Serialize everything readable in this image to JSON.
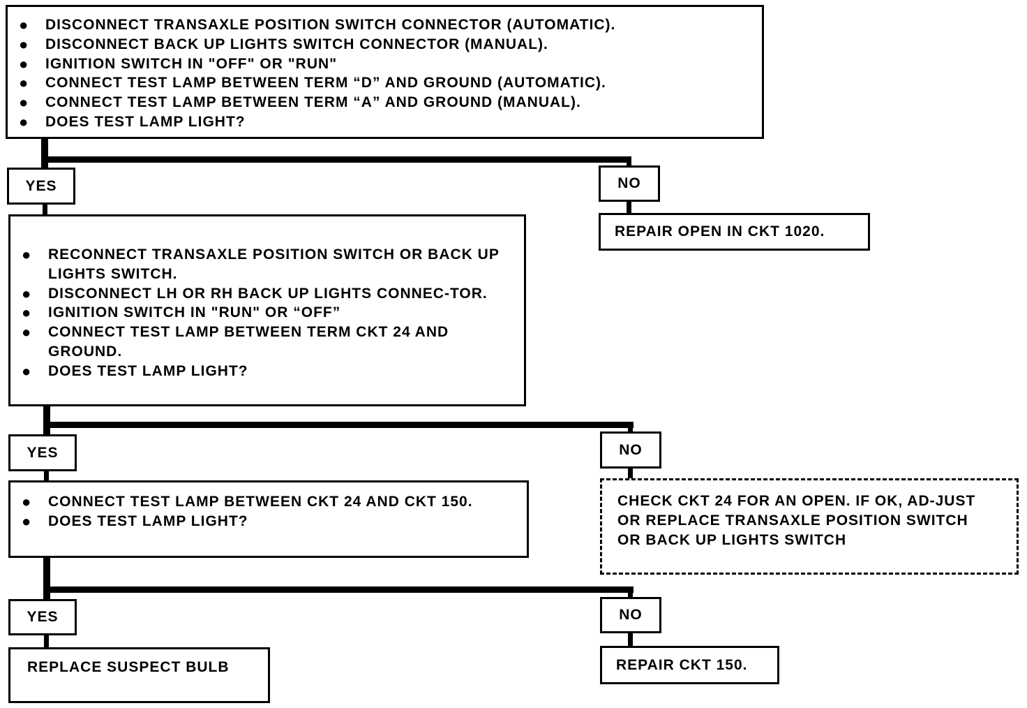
{
  "step1": {
    "items": [
      "DISCONNECT TRANSAXLE POSITION SWITCH CONNECTOR (AUTOMATIC).",
      "DISCONNECT BACK UP LIGHTS SWITCH CONNECTOR (MANUAL).",
      "IGNITION SWITCH IN \"OFF\" OR \"RUN\"",
      "CONNECT TEST LAMP BETWEEN TERM “D” AND GROUND (AUTOMATIC).",
      "CONNECT TEST LAMP BETWEEN TERM “A” AND GROUND (MANUAL).",
      "DOES TEST LAMP LIGHT?"
    ],
    "yes": "YES",
    "no": "NO",
    "no_result": "REPAIR OPEN IN CKT 1020."
  },
  "step2": {
    "items": [
      "RECONNECT TRANSAXLE POSITION SWITCH OR BACK UP LIGHTS SWITCH.",
      "DISCONNECT LH OR RH BACK UP LIGHTS CONNEC-TOR.",
      "IGNITION SWITCH IN \"RUN\" OR “OFF”",
      "CONNECT TEST LAMP BETWEEN TERM CKT 24 AND GROUND.",
      "DOES TEST LAMP LIGHT?"
    ],
    "yes": "YES",
    "no": "NO",
    "no_result": "CHECK CKT 24 FOR AN OPEN.  IF OK, AD-JUST OR REPLACE TRANSAXLE POSITION SWITCH OR BACK UP LIGHTS SWITCH"
  },
  "step3": {
    "items": [
      "CONNECT TEST LAMP BETWEEN CKT 24 AND CKT 150.",
      "DOES TEST LAMP LIGHT?"
    ],
    "yes": "YES",
    "no": "NO",
    "yes_result": "REPLACE SUSPECT BULB",
    "no_result": "REPAIR CKT 150."
  }
}
